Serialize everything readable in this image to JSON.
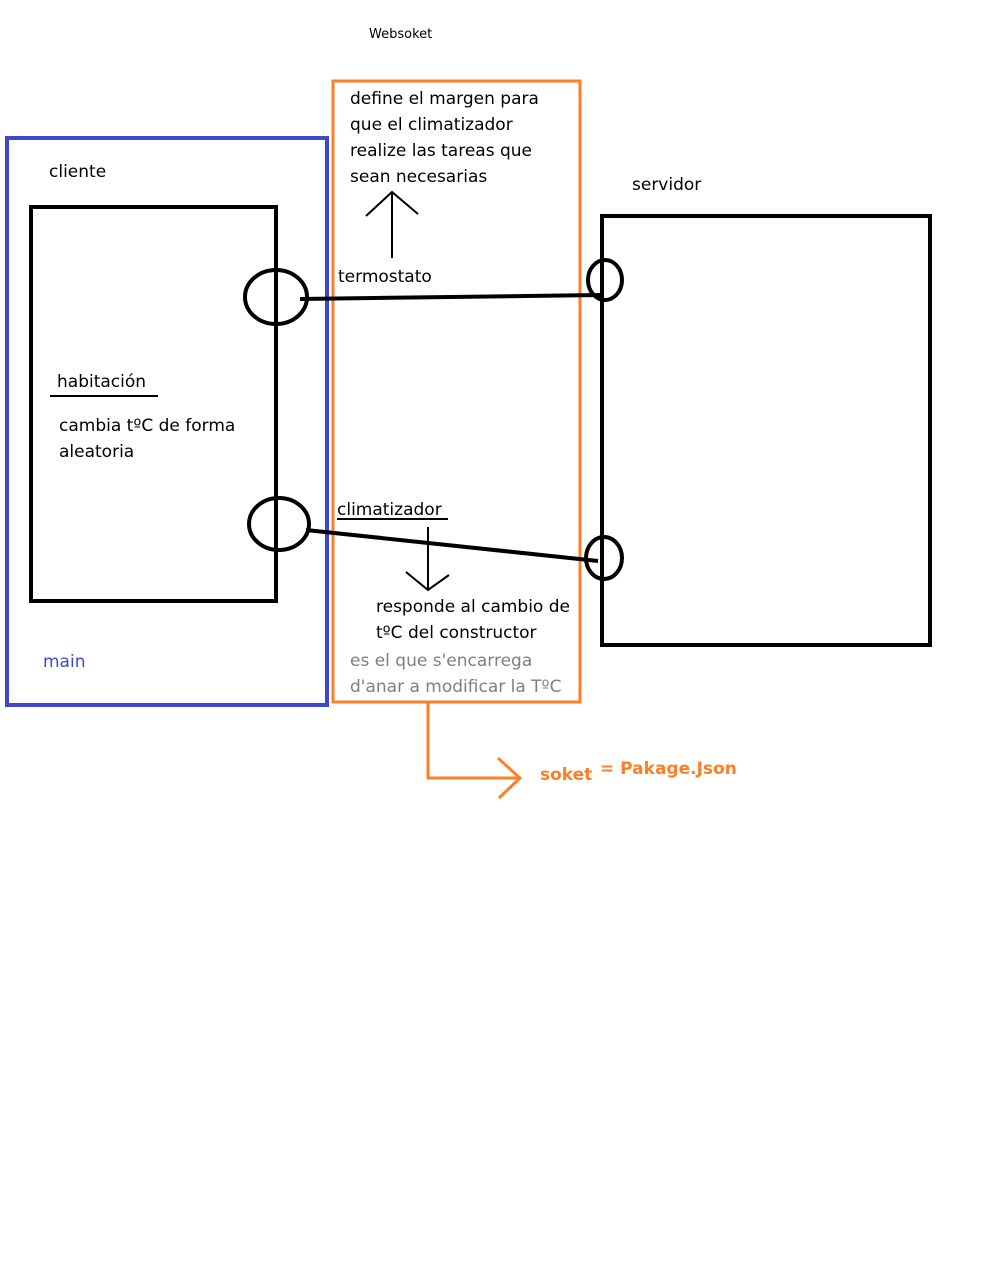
{
  "title": "Websoket",
  "colors": {
    "main_box": "#3f48cc",
    "websocket_box": "#ff7f27",
    "lines": "#000000",
    "muted_text": "#7f7f7f"
  },
  "client": {
    "label": "cliente",
    "room_label": "habitación",
    "room_desc_line1": "cambia tºC de forma",
    "room_desc_line2": "aleatoria",
    "main_label": "main"
  },
  "websocket": {
    "top_note_line1": "define el margen para",
    "top_note_line2": "que el climatizador",
    "top_note_line3": "realize las tareas que",
    "top_note_line4": "sean necesarias",
    "thermostat_label": "termostato",
    "climatizer_label": "climatizador",
    "response_line1": "responde al cambio de",
    "response_line2": "tºC del constructor",
    "note_line1": "es el que s'encarrega",
    "note_line2": "d'anar a modificar la TºC"
  },
  "server": {
    "label": "servidor"
  },
  "socket": {
    "label": "soket",
    "equals_label": "= Pakage.Json"
  }
}
